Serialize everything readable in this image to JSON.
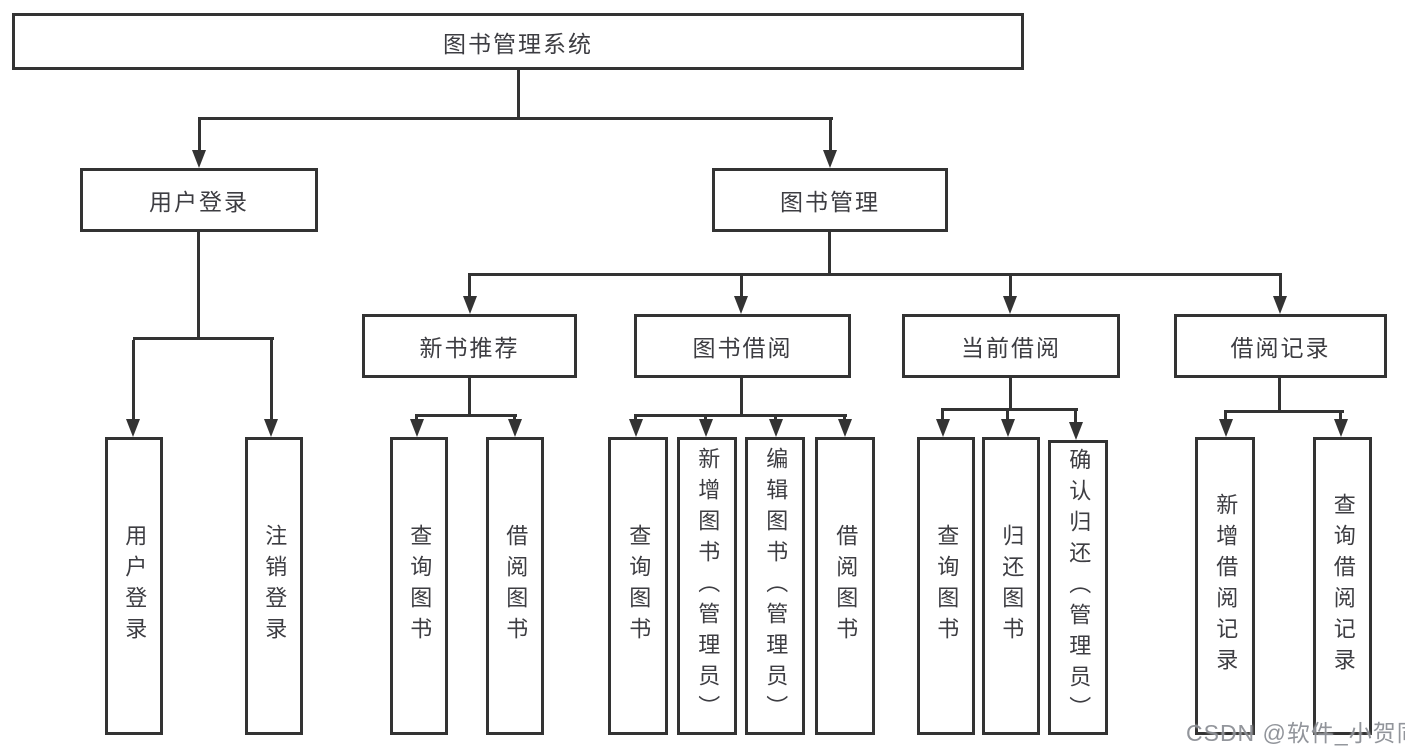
{
  "nodes": {
    "root": {
      "label": "图书管理系统"
    },
    "level2": [
      {
        "label": "用户登录"
      },
      {
        "label": "图书管理"
      }
    ],
    "level3": [
      {
        "label": "新书推荐"
      },
      {
        "label": "图书借阅"
      },
      {
        "label": "当前借阅"
      },
      {
        "label": "借阅记录"
      }
    ],
    "leaves_login": [
      {
        "label": "用户登录"
      },
      {
        "label": "注销登录"
      }
    ],
    "leaves_recommend": [
      {
        "label": "查询图书"
      },
      {
        "label": "借阅图书"
      }
    ],
    "leaves_borrow": [
      {
        "label": "查询图书"
      },
      {
        "label": "新增图书（管理员）"
      },
      {
        "label": "编辑图书（管理员）"
      },
      {
        "label": "借阅图书"
      }
    ],
    "leaves_current": [
      {
        "label": "查询图书"
      },
      {
        "label": "归还图书"
      },
      {
        "label": "确认归还（管理员）"
      }
    ],
    "leaves_records": [
      {
        "label": "新增借阅记录"
      },
      {
        "label": "查询借阅记录"
      }
    ]
  },
  "watermark": "CSDN @软件_小贺同学",
  "colors": {
    "line": "#333333",
    "text": "#3d3d42",
    "background": "#ffffff",
    "watermark": "#868a90"
  }
}
